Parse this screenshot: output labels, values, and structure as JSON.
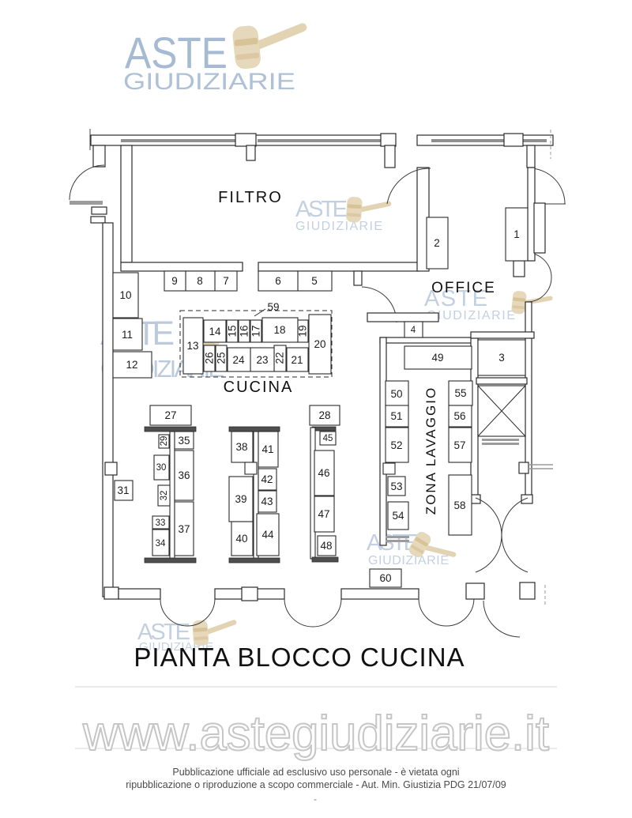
{
  "logo": {
    "line1": "ASTE",
    "line2": "GIUDIZIARIE"
  },
  "watermark": {
    "line1": "ASTE",
    "line2": "GIUDIZIARIE",
    "url": "www.astegiudiziarie.it"
  },
  "plan": {
    "title": "PIANTA BLOCCO CUCINA",
    "rooms": {
      "filtro": "FILTRO",
      "office": "OFFICE",
      "cucina": "CUCINA",
      "zona_lavaggio": "ZONA LAVAGGIO"
    },
    "numbers": [
      "1",
      "2",
      "3",
      "4",
      "5",
      "6",
      "7",
      "8",
      "9",
      "10",
      "11",
      "12",
      "13",
      "14",
      "15",
      "16",
      "17",
      "18",
      "19",
      "20",
      "21",
      "22",
      "23",
      "24",
      "25",
      "26",
      "27",
      "28",
      "29",
      "30",
      "31",
      "32",
      "33",
      "34",
      "35",
      "36",
      "37",
      "38",
      "39",
      "40",
      "41",
      "42",
      "43",
      "44",
      "45",
      "46",
      "47",
      "48",
      "49",
      "50",
      "51",
      "52",
      "53",
      "54",
      "55",
      "56",
      "57",
      "58",
      "59",
      "60"
    ]
  },
  "footer": {
    "line1": "Pubblicazione ufficiale ad esclusivo uso personale - è vietata ogni",
    "line2": "ripubblicazione o riproduzione a scopo commerciale - Aut. Min. Giustizia PDG 21/07/09",
    "mark": "-"
  },
  "colors": {
    "logo_blue": "#a6bbd3",
    "watermark_blue": "#c3d0e1",
    "gavel_tan": "#e4d6b8",
    "wall_ink": "#2b2b2b",
    "window_gray": "#8f8f8f",
    "footer_gray": "#4a4a4a",
    "url_outline": "#c6c6c6"
  }
}
